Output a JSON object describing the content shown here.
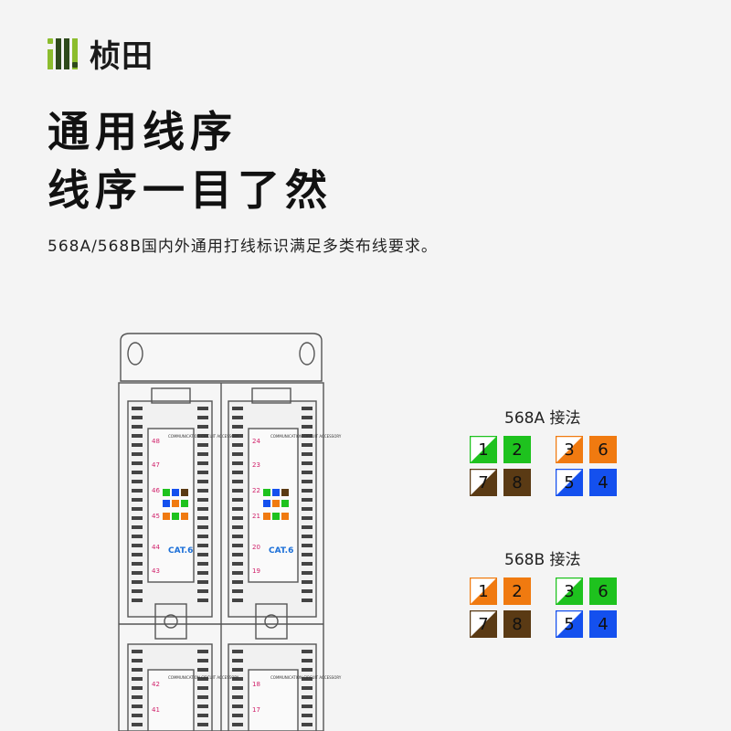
{
  "brand": {
    "name": "桢田",
    "icon": "brand-logo-icon"
  },
  "headline": {
    "line1": "通用线序",
    "line2": "线序一目了然"
  },
  "subtitle": "568A/568B国内外通用打线标识满足多类布线要求。",
  "panel": {
    "cat_label": "CAT.6",
    "module_text": "COMMUNICATION CIRCUIT ACCESSORY",
    "left_ports": [
      "48",
      "47",
      "46",
      "45",
      "44",
      "43"
    ],
    "right_ports": [
      "24",
      "23",
      "22",
      "21",
      "20",
      "19"
    ],
    "left_ports_lower": [
      "42",
      "41"
    ],
    "right_ports_lower": [
      "18",
      "17"
    ]
  },
  "colors": {
    "green": "#1ec21e",
    "orange": "#f07a10",
    "blue": "#1450ee",
    "brown": "#5a3a14",
    "white": "#ffffff"
  },
  "wiring_568a": {
    "title": "568A 接法",
    "pins": [
      {
        "num": "1",
        "color": "green",
        "striped": true
      },
      {
        "num": "2",
        "color": "green",
        "striped": false
      },
      {
        "num": "3",
        "color": "orange",
        "striped": true
      },
      {
        "num": "6",
        "color": "orange",
        "striped": false
      },
      {
        "num": "7",
        "color": "brown",
        "striped": true
      },
      {
        "num": "8",
        "color": "brown",
        "striped": false
      },
      {
        "num": "5",
        "color": "blue",
        "striped": true
      },
      {
        "num": "4",
        "color": "blue",
        "striped": false
      }
    ]
  },
  "wiring_568b": {
    "title": "568B 接法",
    "pins": [
      {
        "num": "1",
        "color": "orange",
        "striped": true
      },
      {
        "num": "2",
        "color": "orange",
        "striped": false
      },
      {
        "num": "3",
        "color": "green",
        "striped": true
      },
      {
        "num": "6",
        "color": "green",
        "striped": false
      },
      {
        "num": "7",
        "color": "brown",
        "striped": true
      },
      {
        "num": "8",
        "color": "brown",
        "striped": false
      },
      {
        "num": "5",
        "color": "blue",
        "striped": true
      },
      {
        "num": "4",
        "color": "blue",
        "striped": false
      }
    ]
  }
}
